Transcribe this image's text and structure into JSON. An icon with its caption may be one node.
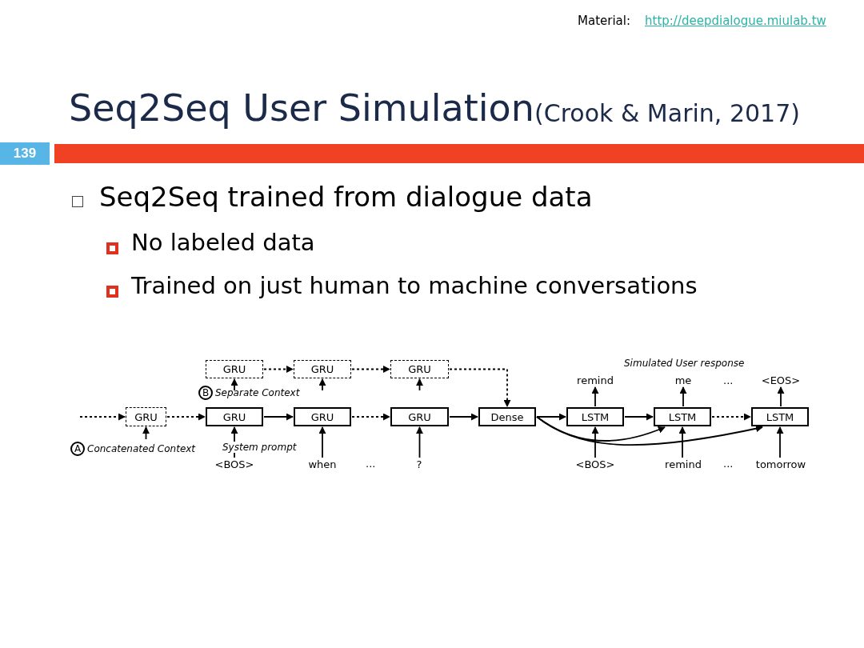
{
  "diagram": {
    "title": "Seq2Seq User Simulation",
    "nodes": [
      {
        "text": [
          "GRU"
        ]
      },
      {
        "text": [
          "GRU"
        ]
      },
      {
        "text": [
          "GRU"
        ]
      },
      {
        "text": [
          "GRU"
        ]
      },
      {
        "text": [
          "GRU"
        ]
      },
      {
        "text": [
          "GRU"
        ]
      },
      {
        "text": [
          "GRU"
        ]
      },
      {
        "text": [
          "Dense"
        ]
      },
      {
        "text": [
          "LSTM"
        ]
      },
      {
        "text": [
          "LSTM"
        ]
      },
      {
        "text": [
          "LSTM"
        ]
      },
      {
        "text": [
          "<BOS>"
        ]
      },
      {
        "text": [
          "when"
        ]
      },
      {
        "text": [
          "?"
        ]
      },
      {
        "text": [
          "<BOS>"
        ]
      },
      {
        "text": [
          "remind"
        ]
      },
      {
        "text": [
          "tomorrow"
        ]
      },
      {
        "text": [
          "remind"
        ]
      },
      {
        "text": [
          "me"
        ]
      },
      {
        "text": [
          "<EOS>"
        ]
      },
      {
        "text": [
          "A"
        ],
        "beside": [
          "Concatenated Context"
        ]
      },
      {
        "text": [
          "B"
        ],
        "beside": [
          "Separate Context"
        ]
      }
    ],
    "edges": [
      {
        "from": null,
        "to": 0,
        "arrow": "to",
        "style": "dashed"
      },
      {
        "from": 0,
        "to": 4,
        "arrow": "to",
        "style": "dashed"
      },
      {
        "from": 20,
        "to": 0,
        "arrow": "to"
      },
      {
        "from": 21,
        "to": 1,
        "arrow": "to"
      },
      {
        "from": null,
        "to": 2,
        "arrow": "to"
      },
      {
        "from": null,
        "to": 3,
        "arrow": "to"
      },
      {
        "from": 1,
        "to": 2,
        "arrow": "to",
        "style": "dashed"
      },
      {
        "from": 2,
        "to": 3,
        "arrow": "to",
        "style": "dashed"
      },
      {
        "from": 3,
        "to": 7,
        "arrow": "to",
        "style": "dashed"
      },
      {
        "from": 11,
        "to": 4,
        "arrow": "to"
      },
      {
        "from": 4,
        "to": 5,
        "arrow": "to"
      },
      {
        "from": 12,
        "to": 5,
        "arrow": "to"
      },
      {
        "from": 5,
        "to": 6,
        "arrow": "to",
        "style": "dashed"
      },
      {
        "from": 13,
        "to": 6,
        "arrow": "to"
      },
      {
        "from": 6,
        "to": 7,
        "arrow": "to"
      },
      {
        "from": 7,
        "to": 8,
        "arrow": "to"
      },
      {
        "from": 7,
        "to": 9,
        "arrow": "to"
      },
      {
        "from": 7,
        "to": 10,
        "arrow": "to"
      },
      {
        "from": 14,
        "to": 8,
        "arrow": "to"
      },
      {
        "from": 8,
        "to": 9,
        "arrow": "to"
      },
      {
        "from": 15,
        "to": 9,
        "arrow": "to"
      },
      {
        "from": 9,
        "to": 10,
        "arrow": "to",
        "style": "dashed"
      },
      {
        "from": 16,
        "to": 10,
        "arrow": "to"
      },
      {
        "from": 8,
        "to": 17,
        "arrow": "to"
      },
      {
        "from": 9,
        "to": 18,
        "arrow": "to"
      },
      {
        "from": 10,
        "to": 19,
        "arrow": "to"
      }
    ],
    "labels": [
      "Material:",
      "http://deepdialogue.miulab.tw",
      "(Crook & Marin, 2017)",
      "139",
      "Seq2Seq trained from dialogue data",
      "No labeled data",
      "Trained on just human to machine conversations",
      "Simulated User response",
      "System prompt",
      "...",
      "...",
      "..."
    ]
  }
}
